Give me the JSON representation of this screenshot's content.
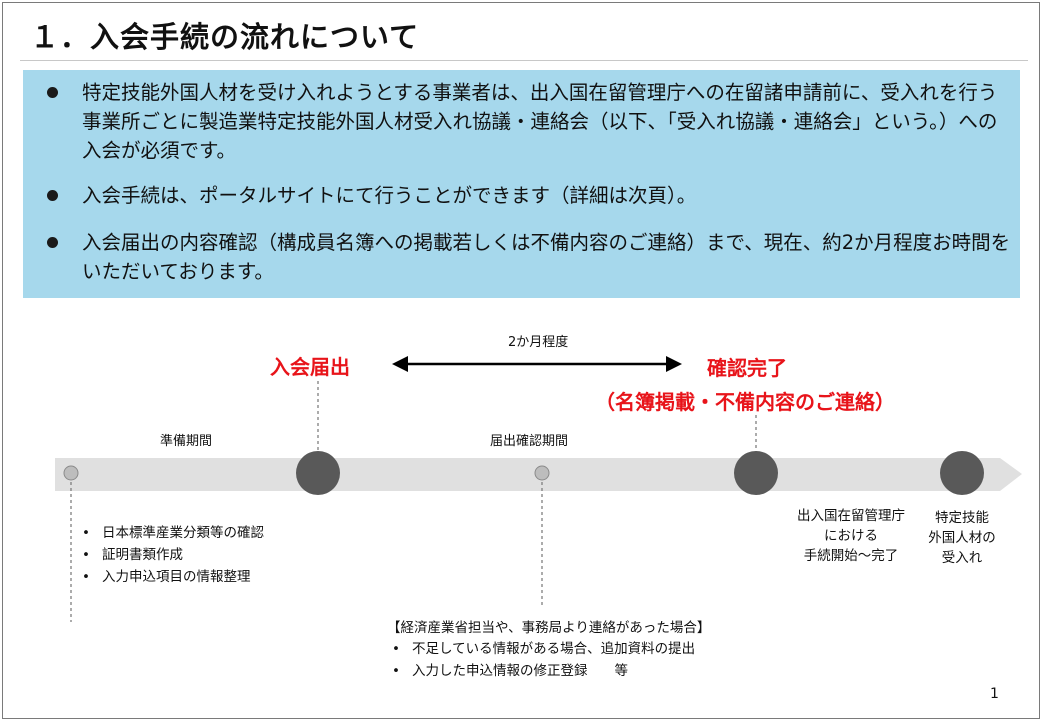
{
  "title": "１．入会手続の流れについて",
  "info_bullets": [
    {
      "text": "特定技能外国人材を受け入れようとする事業者は、出入国在留管理庁への在留諸申請前に、受入れを行う事業所ごとに製造業特定技能外国人材受入れ協議・連絡会（以下、「受入れ協議・連絡会」という。）への入会が必須です。"
    },
    {
      "text": "入会手続は、ポータルサイトにて行うことができます（詳細は次頁）。"
    },
    {
      "text": "入会届出の内容確認（構成員名簿への掲載若しくは不備内容のご連絡）まで、現在、約2か月程度お時間をいただいております。"
    }
  ],
  "timeline": {
    "span_label": "2か月程度",
    "milestone_join": "入会届出",
    "milestone_confirm": "確認完了",
    "milestone_confirm_sub": "（名簿掲載・不備内容のご連絡）",
    "phase_prep": "準備期間",
    "phase_review": "届出確認期間",
    "prep_items": [
      "日本標準産業分類等の確認",
      "証明書類作成",
      "入力申込項目の情報整理"
    ],
    "review_header": "【経済産業省担当や、事務局より連絡があった場合】",
    "review_items": [
      "不足している情報がある場合、追加資料の提出",
      "入力した申込情報の修正登録　　等"
    ],
    "immigration_lines": [
      "出入国在留管理庁",
      "における",
      "手続開始～完了"
    ],
    "acceptance_lines": [
      "特定技能",
      "外国人材の",
      "受入れ"
    ]
  },
  "page_number": "1"
}
